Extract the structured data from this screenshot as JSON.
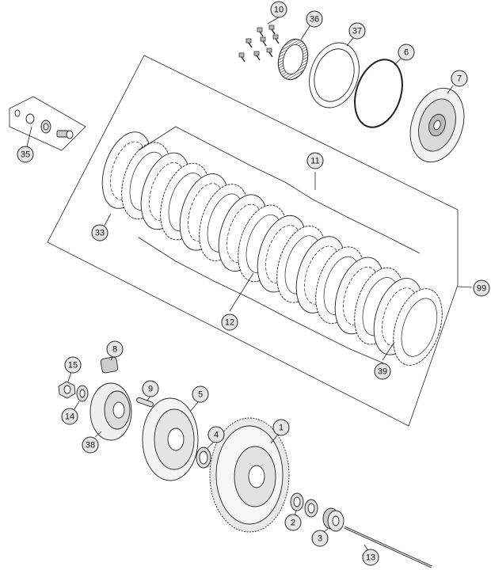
{
  "diagram": {
    "callouts": [
      {
        "id": "1",
        "label": "1"
      },
      {
        "id": "2",
        "label": "2"
      },
      {
        "id": "3",
        "label": "3"
      },
      {
        "id": "4",
        "label": "4"
      },
      {
        "id": "5",
        "label": "5"
      },
      {
        "id": "6",
        "label": "6"
      },
      {
        "id": "7",
        "label": "7"
      },
      {
        "id": "8",
        "label": "8"
      },
      {
        "id": "9",
        "label": "9"
      },
      {
        "id": "10",
        "label": "10"
      },
      {
        "id": "11",
        "label": "11"
      },
      {
        "id": "12",
        "label": "12"
      },
      {
        "id": "13",
        "label": "13"
      },
      {
        "id": "14",
        "label": "14"
      },
      {
        "id": "15",
        "label": "15"
      },
      {
        "id": "33",
        "label": "33"
      },
      {
        "id": "35",
        "label": "35"
      },
      {
        "id": "36",
        "label": "36"
      },
      {
        "id": "37",
        "label": "37"
      },
      {
        "id": "38",
        "label": "38"
      },
      {
        "id": "39",
        "label": "39"
      },
      {
        "id": "99",
        "label": "99"
      }
    ]
  }
}
